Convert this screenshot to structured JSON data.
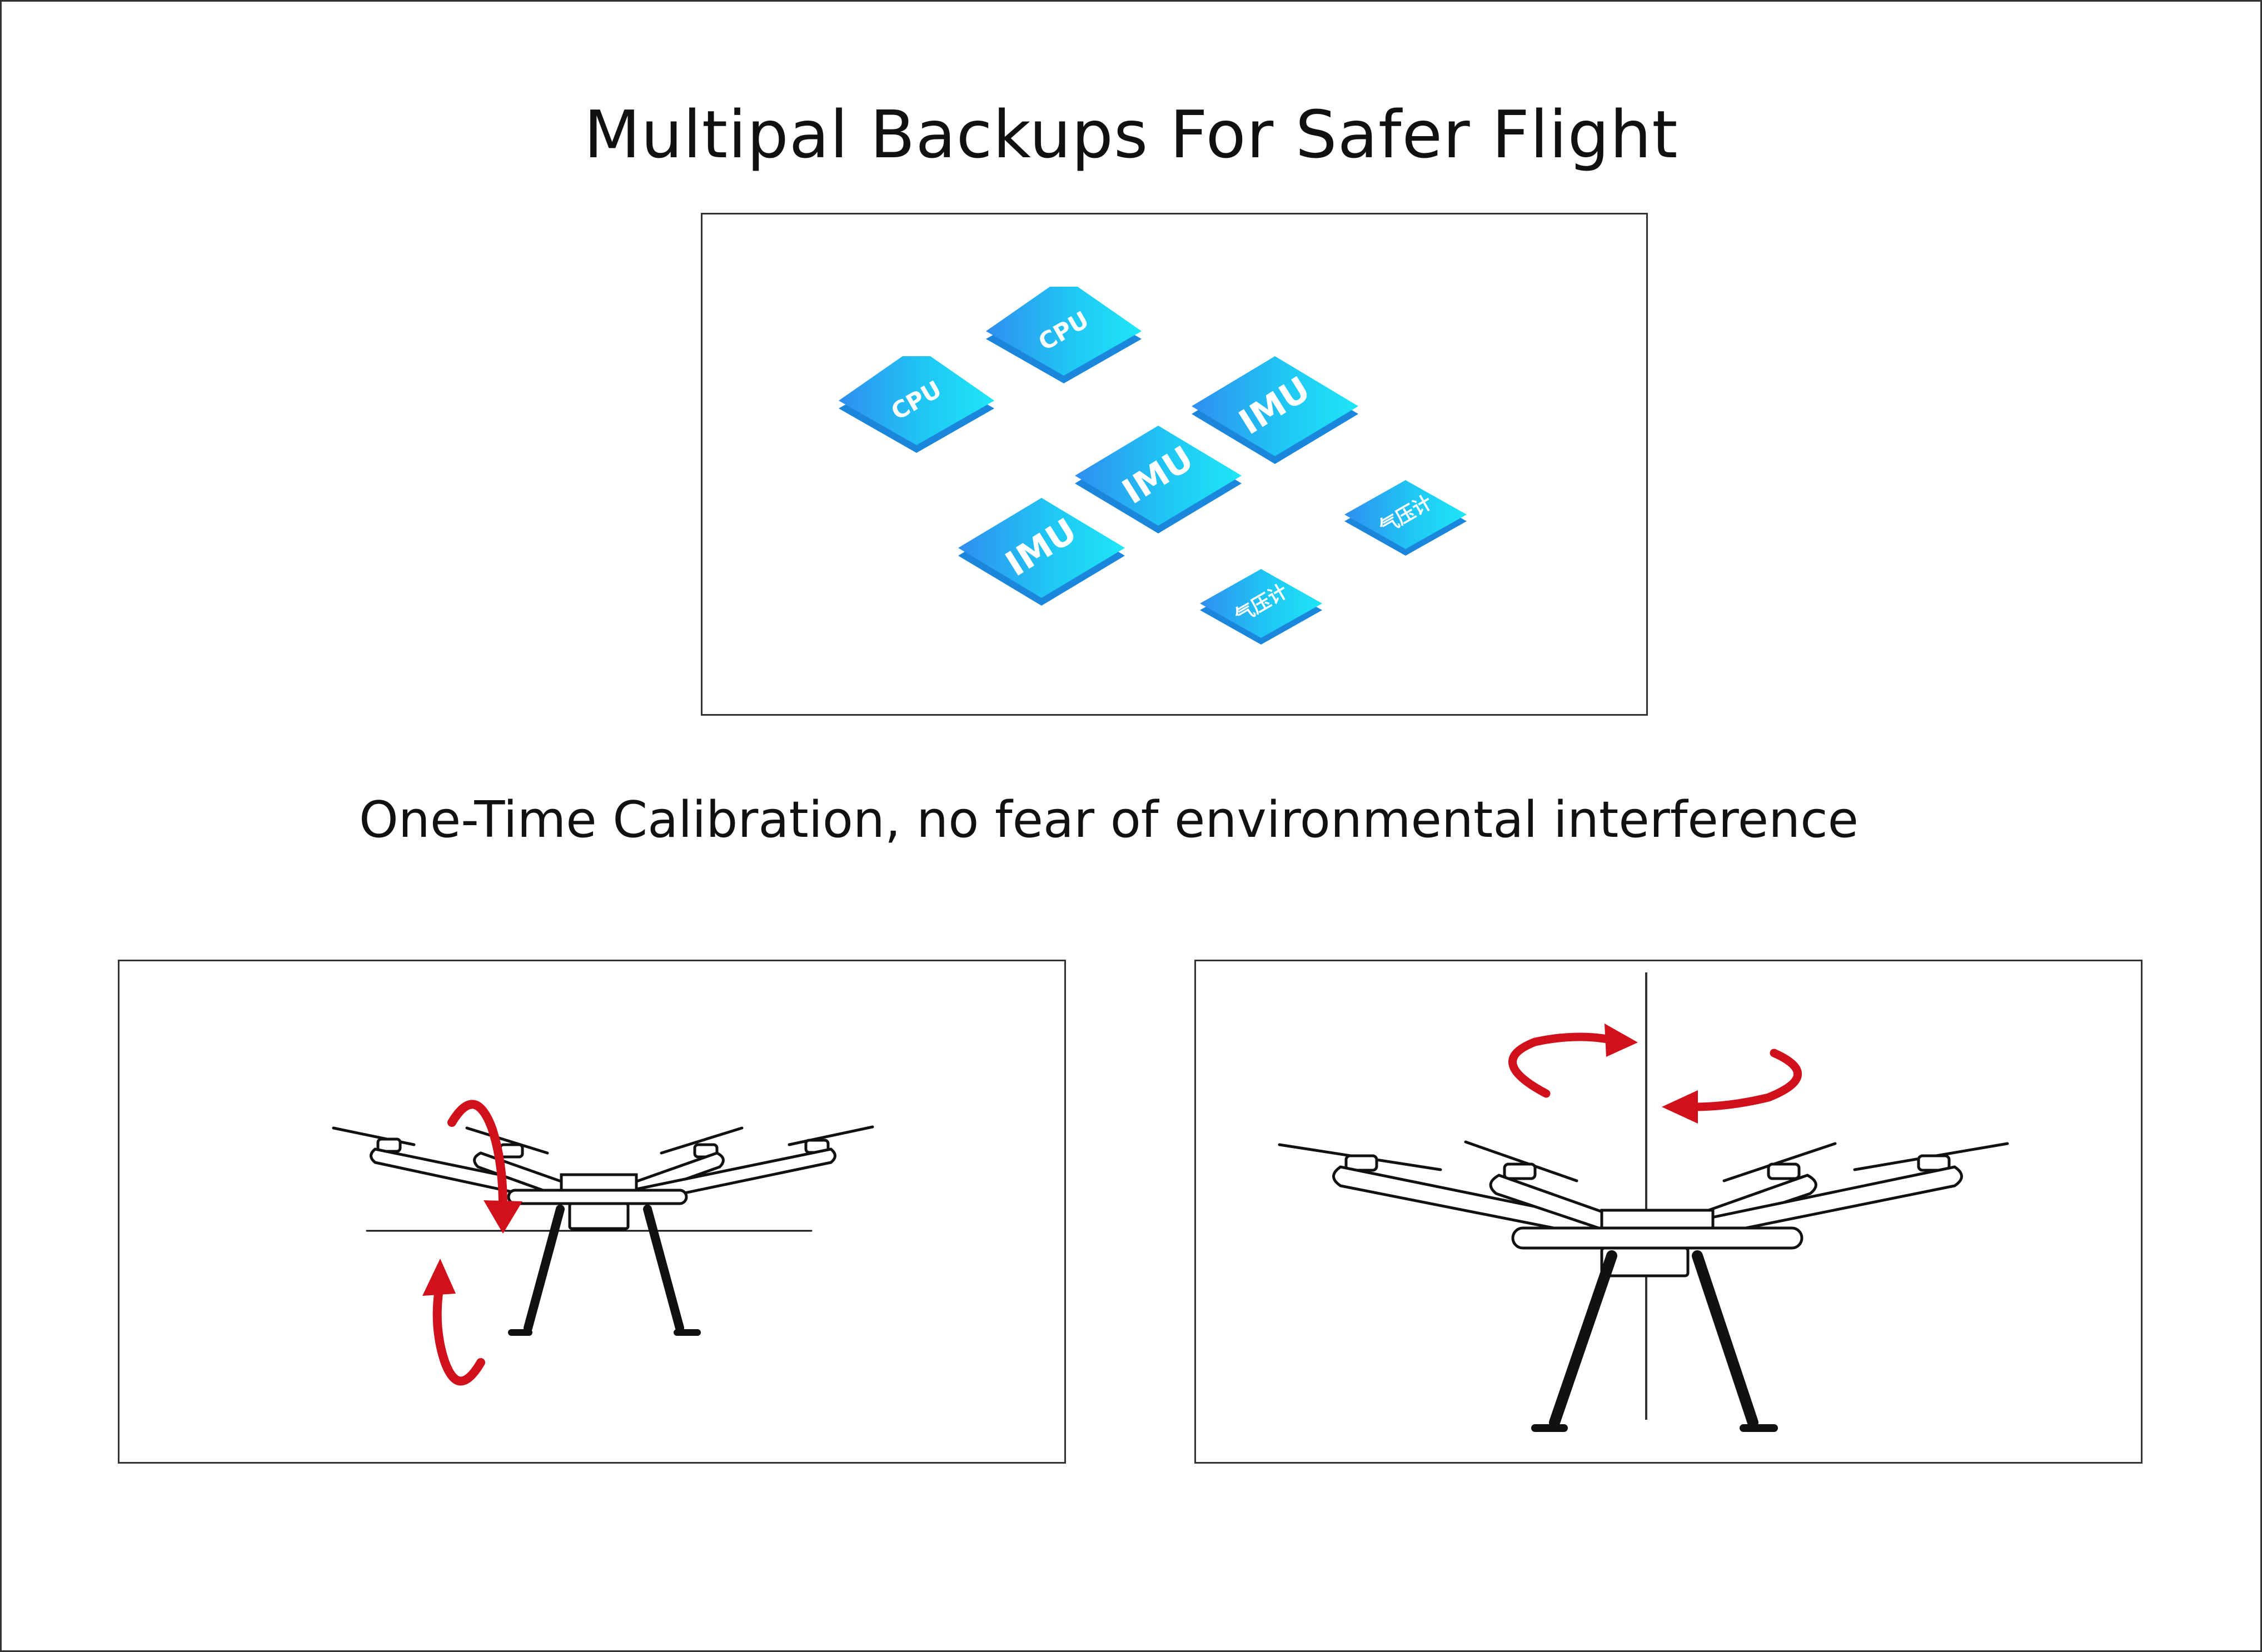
{
  "title": "Multipal Backups For Safer Flight",
  "subtitle": "One-Time Calibration, no fear of environmental interference",
  "chips": [
    {
      "label": "CPU"
    },
    {
      "label": "CPU"
    },
    {
      "label": "IMU"
    },
    {
      "label": "IMU"
    },
    {
      "label": "IMU"
    },
    {
      "label": "气压计"
    },
    {
      "label": "气压计"
    }
  ],
  "colors": {
    "chip_blue": "#29a6f2",
    "chip_cyan": "#1fe0f5",
    "arrow_red": "#d0101a",
    "line_dark": "#111111"
  },
  "icons": {
    "tilt_panel": "drone-tilt-calibration-illustration",
    "spin_panel": "drone-rotation-calibration-illustration"
  }
}
